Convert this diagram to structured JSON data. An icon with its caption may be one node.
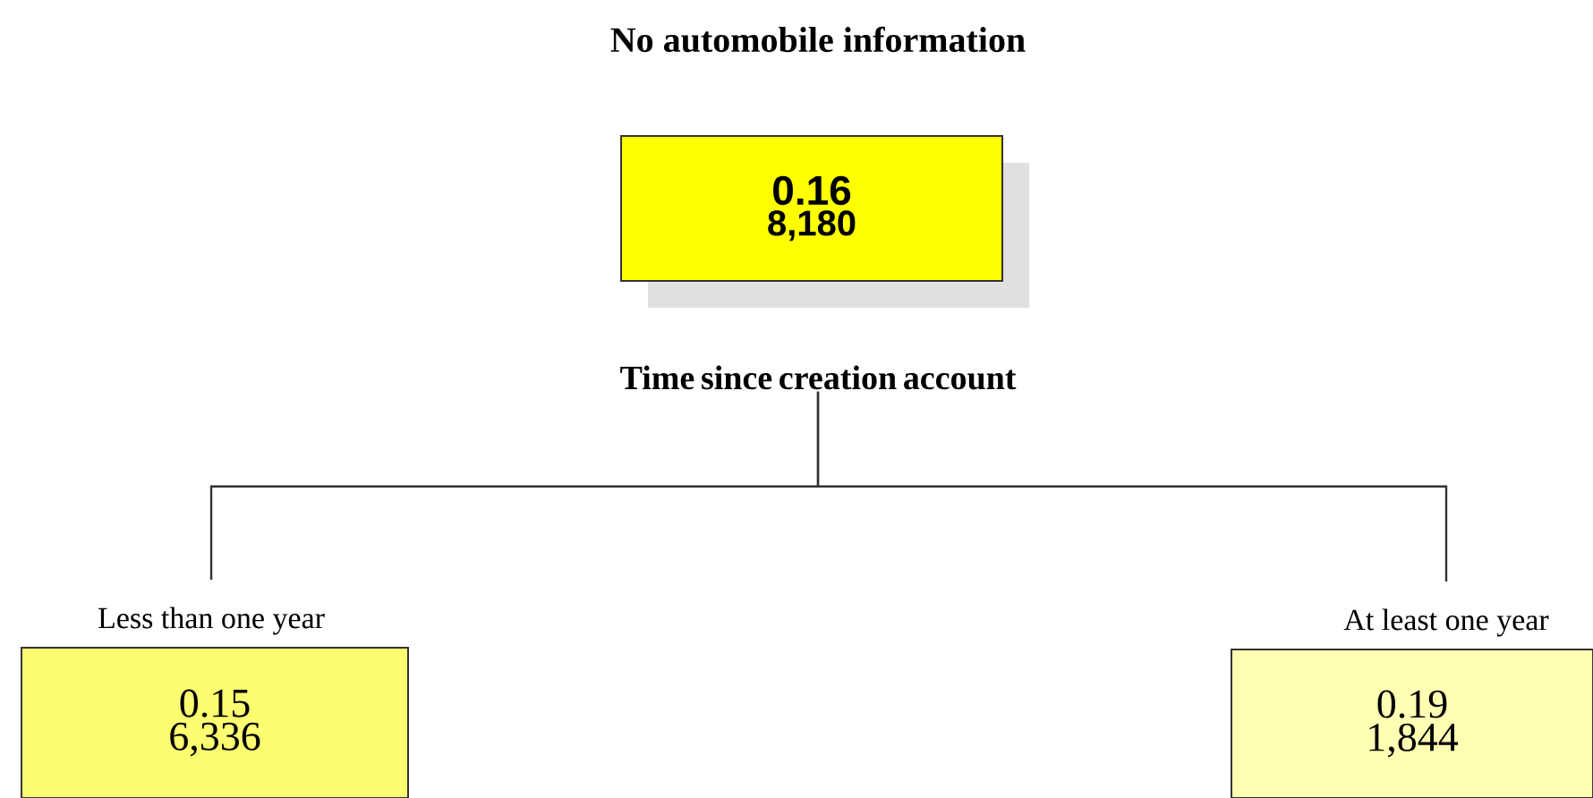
{
  "diagram": {
    "nodes": [
      {
        "text": [
          "No automobile information",
          "0.16",
          "8,180"
        ]
      },
      {
        "text": [
          "Time since creation account"
        ]
      },
      {
        "text": [
          "Less than one year",
          "0.15",
          "6,336"
        ]
      },
      {
        "text": [
          "At least one year",
          "0.19",
          "1,844"
        ]
      }
    ],
    "edges": [
      {
        "from": 1,
        "to": 2,
        "arrow": "none"
      },
      {
        "from": 1,
        "to": 3,
        "arrow": "none"
      }
    ]
  }
}
